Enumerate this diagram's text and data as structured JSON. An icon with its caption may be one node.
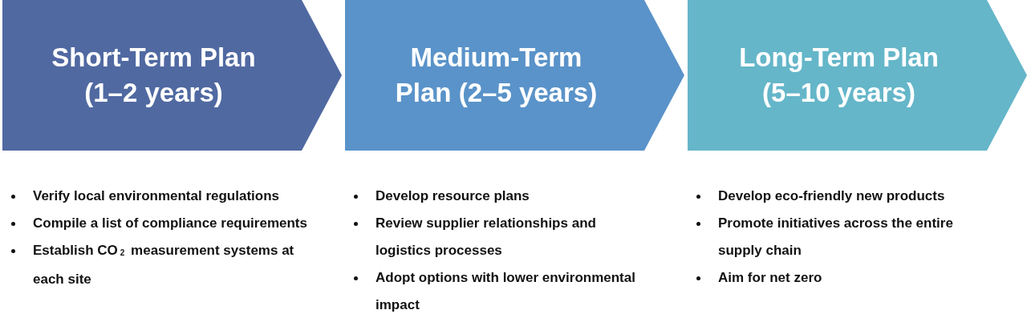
{
  "diagram": {
    "nodes": [
      {
        "text": [
          "Short-Term Plan (1–2 years)"
        ],
        "beside": [
          "Verify local environmental regulations",
          "Compile a list of compliance requirements",
          "Establish CO$_{2}$ measurement systems at each site"
        ]
      },
      {
        "text": [
          "Medium-Term Plan (2–5 years)"
        ],
        "beside": [
          "Develop resource plans",
          "Review supplier relationships and logistics processes",
          "Adopt options with lower environmental impact"
        ]
      },
      {
        "text": [
          "Long-Term Plan (5–10 years)"
        ],
        "beside": [
          "Develop eco-friendly new products",
          "Promote initiatives across the entire supply chain",
          "Aim for net zero"
        ]
      }
    ]
  }
}
